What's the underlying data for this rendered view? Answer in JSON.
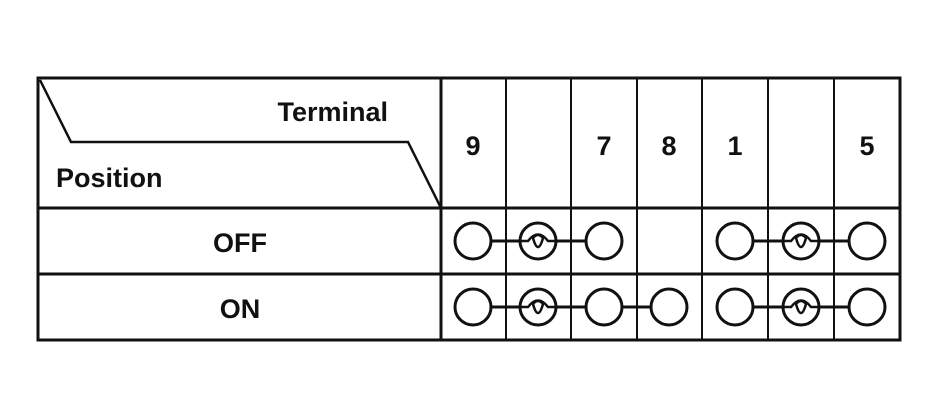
{
  "table": {
    "header": {
      "terminal_label": "Terminal",
      "position_label": "Position",
      "columns": [
        "9",
        "",
        "7",
        "8",
        "1",
        "",
        "5"
      ]
    },
    "rows": [
      {
        "position": "OFF",
        "cells": [
          "terminal",
          "bulb",
          "terminal",
          "",
          "terminal",
          "bulb",
          "terminal"
        ],
        "connections": [
          [
            0,
            2
          ],
          [
            4,
            6
          ]
        ]
      },
      {
        "position": "ON",
        "cells": [
          "terminal",
          "bulb",
          "terminal",
          "terminal",
          "terminal",
          "bulb",
          "terminal"
        ],
        "connections": [
          [
            0,
            3
          ],
          [
            4,
            6
          ]
        ]
      }
    ]
  },
  "icons": {
    "terminal": "circle-terminal-icon",
    "bulb": "bulb-icon"
  },
  "colors": {
    "line": "#111111",
    "background": "#ffffff"
  }
}
